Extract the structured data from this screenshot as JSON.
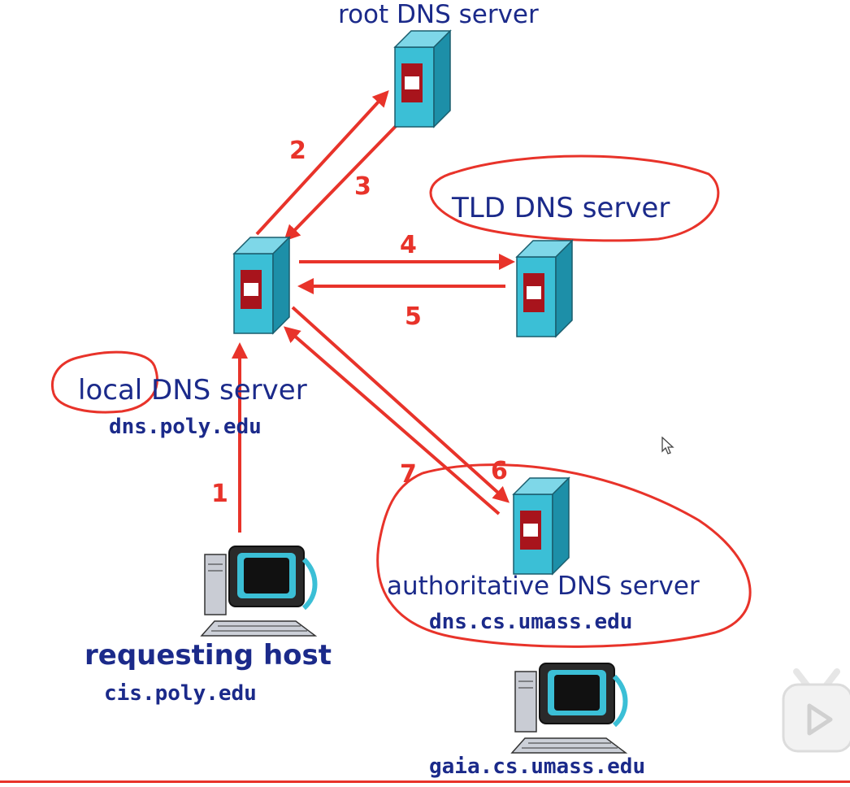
{
  "nodes": {
    "root": {
      "label": "root DNS server"
    },
    "tld": {
      "label": "TLD DNS server"
    },
    "local": {
      "label_local": "local",
      "label_rest": "DNS server",
      "host": "dns.poly.edu"
    },
    "authoritative": {
      "label": "authoritative DNS server",
      "host": "dns.cs.umass.edu"
    },
    "requesting": {
      "label": "requesting host",
      "host": "cis.poly.edu"
    },
    "gaia": {
      "host": "gaia.cs.umass.edu"
    }
  },
  "steps": [
    "1",
    "2",
    "3",
    "4",
    "5",
    "6",
    "7"
  ],
  "colors": {
    "arrow": "#e8332a",
    "annotation": "#e8332a",
    "label": "#1b2a8a",
    "server_front": "#3bbfd6",
    "server_side": "#1d8fa8",
    "server_slot": "#a8141c"
  },
  "icons": [
    "server-icon",
    "computer-icon",
    "mouse-cursor-icon",
    "video-play-badge-icon"
  ]
}
